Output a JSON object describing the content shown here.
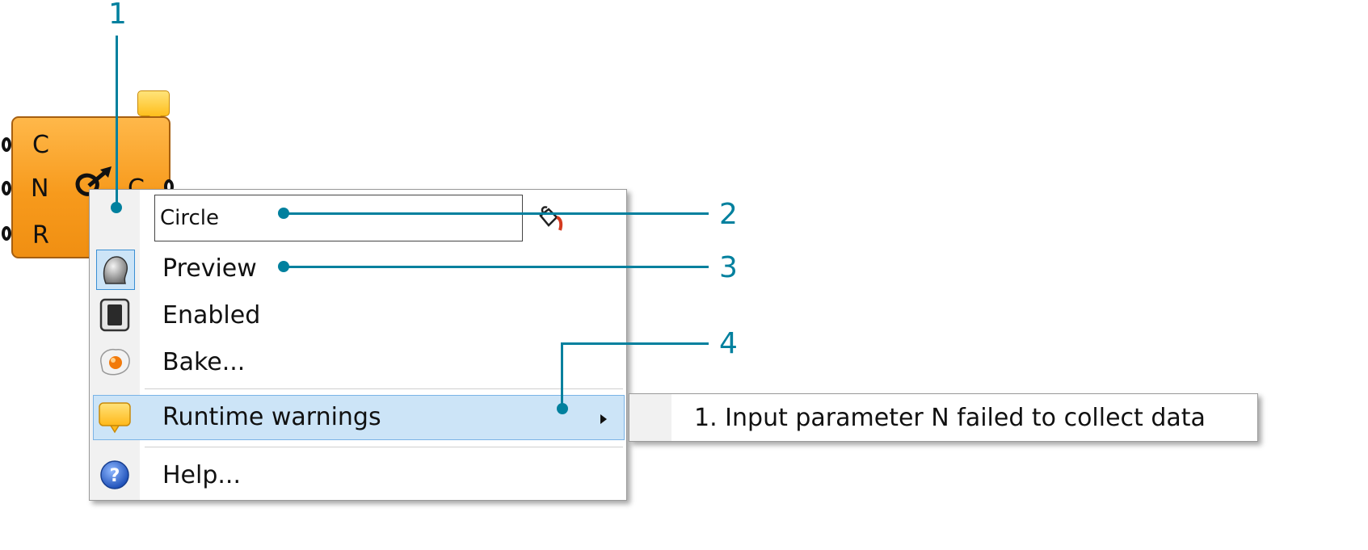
{
  "component": {
    "inputs": [
      "C",
      "N",
      "R"
    ],
    "output": "C",
    "colors": {
      "fill": "#f79a1c",
      "border": "#a65f10",
      "warning": "#ffbf1e"
    }
  },
  "menu": {
    "name_value": "Circle",
    "items": [
      {
        "label": "Preview",
        "icon": "preview-ghost-icon"
      },
      {
        "label": "Enabled",
        "icon": "enabled-toggle-icon"
      },
      {
        "label": "Bake...",
        "icon": "bake-egg-icon"
      },
      {
        "label": "Runtime warnings",
        "icon": "warning-balloon-icon",
        "highlighted": true,
        "has_submenu": true
      },
      {
        "label": "Help...",
        "icon": "help-icon"
      }
    ],
    "highlight_color": "#cce4f7"
  },
  "submenu": {
    "items": [
      {
        "label": "1. Input parameter N failed to collect data"
      }
    ]
  },
  "callouts": {
    "labels": [
      "1",
      "2",
      "3",
      "4"
    ],
    "color": "#00809e"
  }
}
